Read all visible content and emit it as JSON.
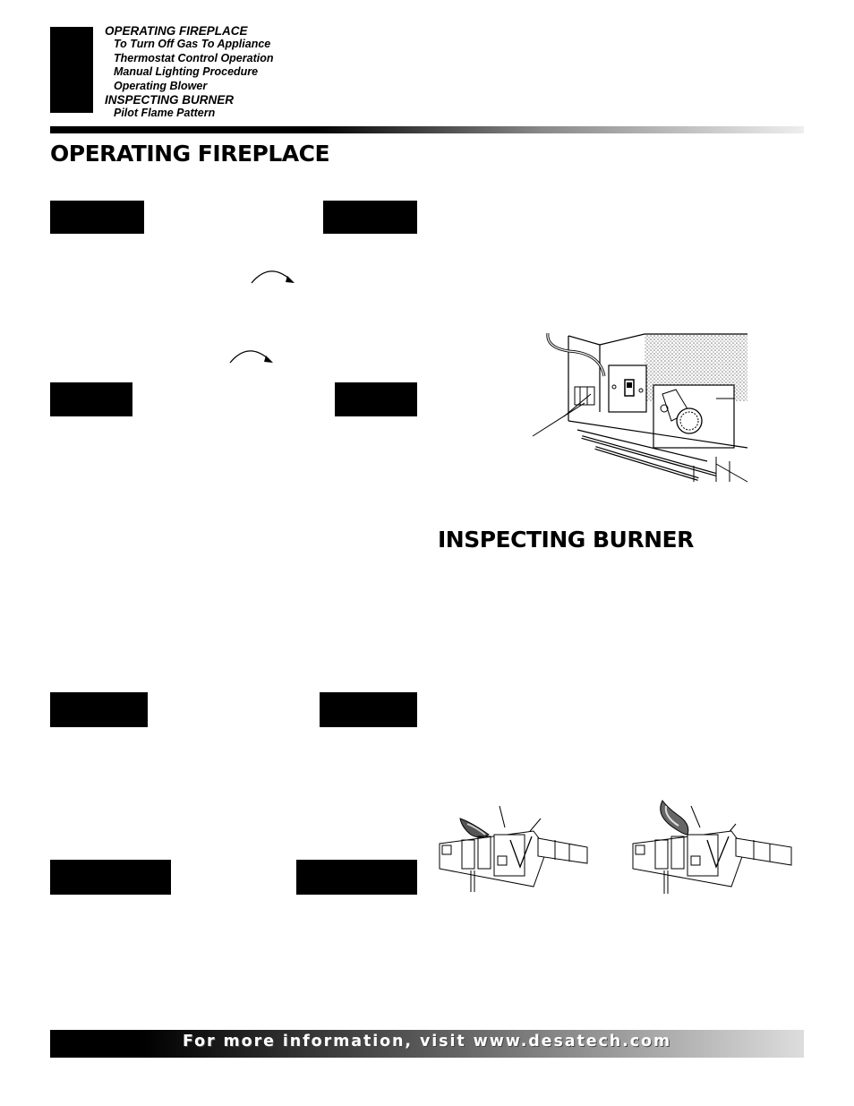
{
  "toc": {
    "section1": "OPERATING FIREPLACE",
    "section1_items": [
      "To Turn Off Gas To Appliance",
      "Thermostat Control Operation",
      "Manual Lighting Procedure",
      "Operating Blower"
    ],
    "section2": "INSPECTING BURNER",
    "section2_items": [
      "Pilot Flame Pattern"
    ]
  },
  "headings": {
    "operating": "OPERATING FIREPLACE",
    "inspecting": "INSPECTING BURNER"
  },
  "footer": {
    "text": "For more information, visit www.desatech.com"
  },
  "figures": {
    "blower_switch": "blower-switch-illustration",
    "pilot_flame_correct": "pilot-flame-correct-illustration",
    "pilot_flame_incorrect": "pilot-flame-incorrect-illustration"
  }
}
